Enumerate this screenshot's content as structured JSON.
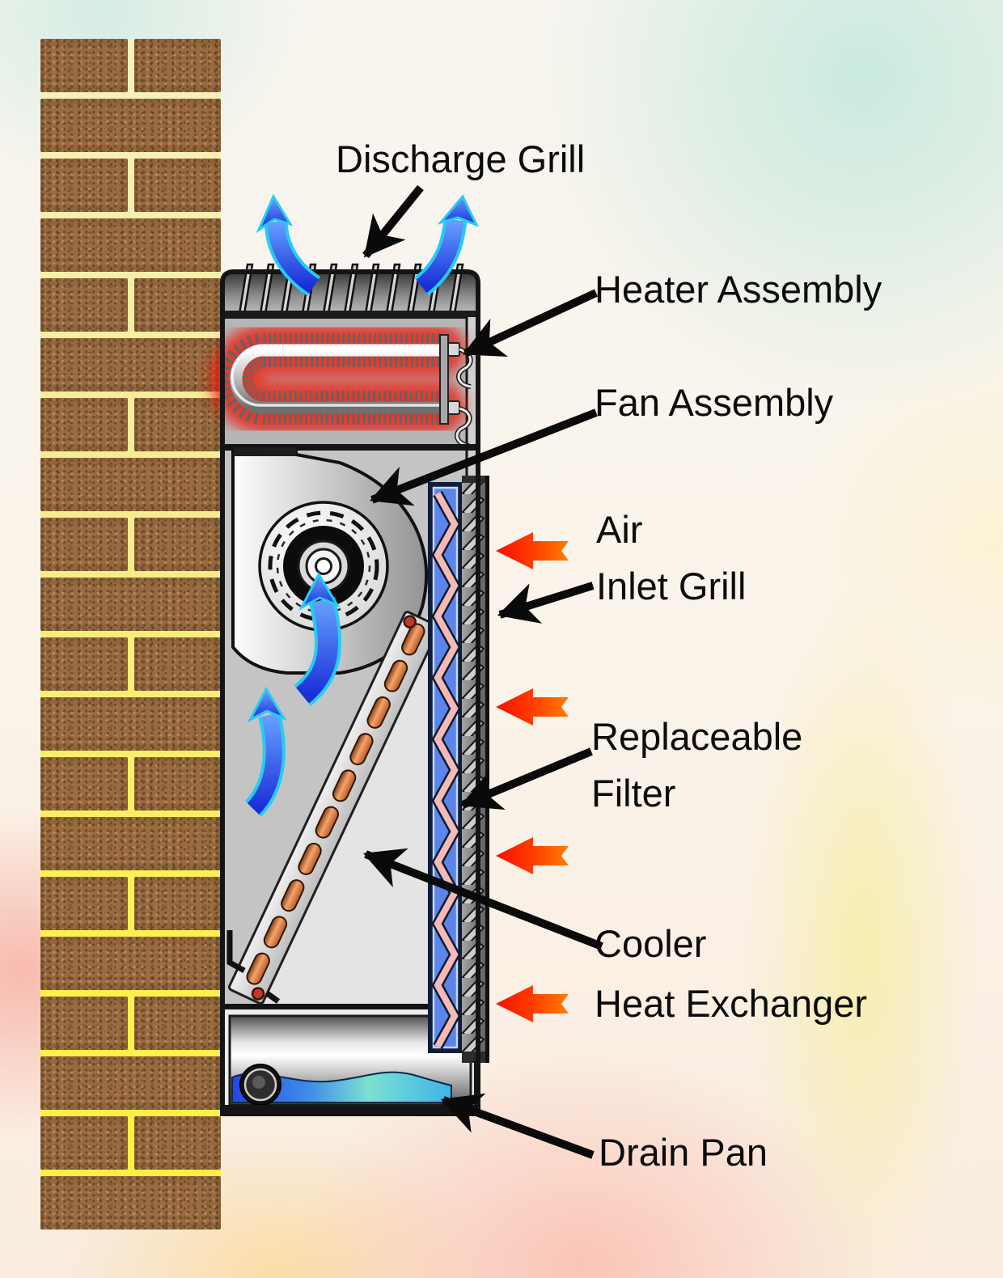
{
  "labels": {
    "discharge_grill": "Discharge Grill",
    "heater_assembly": "Heater Assembly",
    "fan_assembly": "Fan Assembly",
    "air": "Air",
    "inlet_grill": "Inlet Grill",
    "replaceable": "Replaceable",
    "filter": "Filter",
    "cooler": "Cooler",
    "heat_exchanger": "Heat Exchanger",
    "drain_pan": "Drain Pan"
  },
  "colors": {
    "label_text": "#0c0c0c",
    "callout_arrow": "#0a0a0a",
    "inlet_air_arrow_red": "#ff3c00",
    "outlet_air_arrow_blue": "#2f5be8",
    "outlet_air_arrow_outline_cyan": "#25ccf2",
    "heater_glow_red": "#ed1c0c",
    "filter_media_blue": "#5b85ea",
    "filter_pleats_pink": "#f4bab6",
    "coil_tube_copper": "#cf6a2e",
    "drain_water_blue": "#2547e6",
    "drain_water_teal": "#7ce0d0",
    "brick_brown": "#9c6b42",
    "mortar_yellow": "#f8ef6e",
    "cabinet_gray": "#c4c4c4"
  }
}
